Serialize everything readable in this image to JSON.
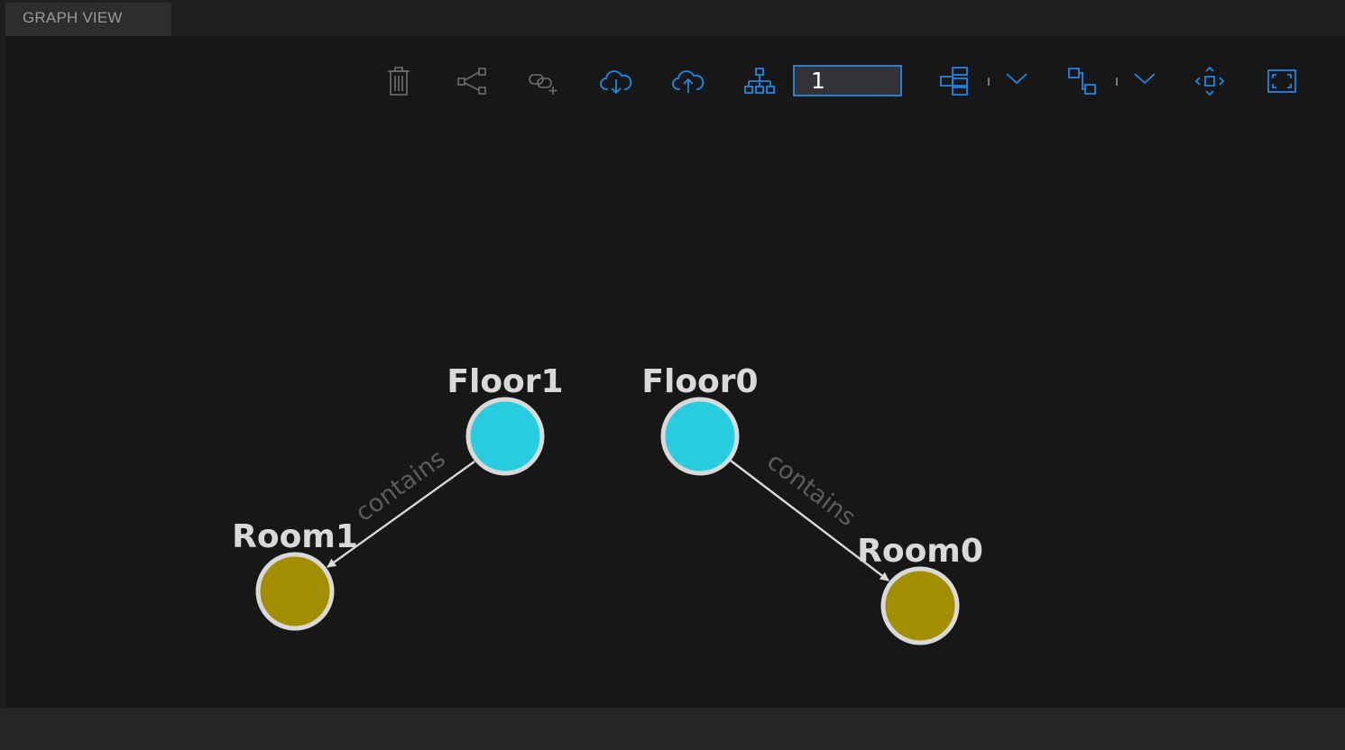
{
  "tab": {
    "title": "GRAPH VIEW"
  },
  "toolbar": {
    "depth_value": "1",
    "icons": [
      "delete-icon",
      "share-icon",
      "add-link-icon",
      "cloud-download-icon",
      "cloud-upload-icon",
      "hierarchy-icon",
      "layout-icon",
      "chevron-down-icon",
      "arrange-icon",
      "chevron-down-icon",
      "center-icon",
      "fullscreen-icon"
    ],
    "colors": {
      "active": "#1e88e5",
      "disabled": "#6e6e6e",
      "input_border": "#2b7fd3"
    }
  },
  "graph": {
    "nodes": [
      {
        "id": "floor1",
        "label": "Floor1",
        "color": "#29cde0"
      },
      {
        "id": "floor0",
        "label": "Floor0",
        "color": "#29cde0"
      },
      {
        "id": "room1",
        "label": "Room1",
        "color": "#a38d00"
      },
      {
        "id": "room0",
        "label": "Room0",
        "color": "#a38d00"
      }
    ],
    "edges": [
      {
        "from": "floor1",
        "to": "room1",
        "label": "contains"
      },
      {
        "from": "floor0",
        "to": "room0",
        "label": "contains"
      }
    ],
    "node_border_color": "#d9d9d9"
  }
}
